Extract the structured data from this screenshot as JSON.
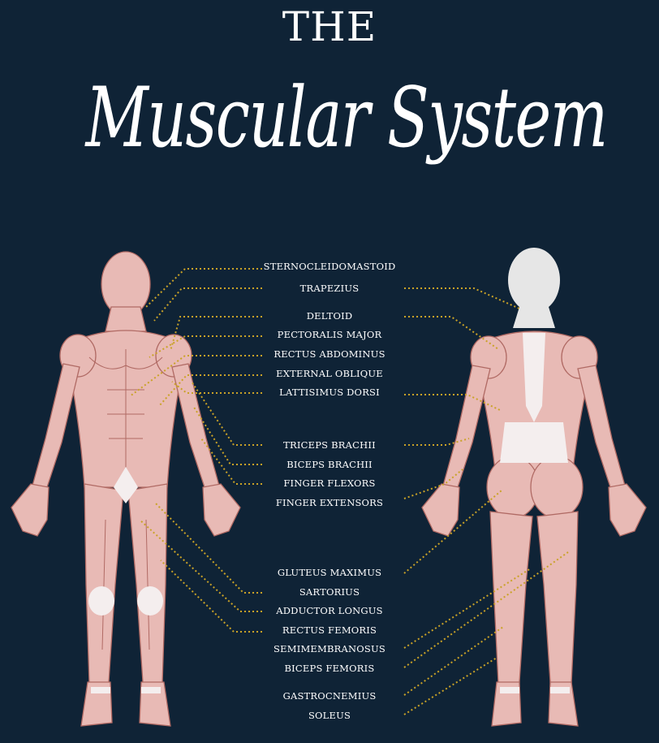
{
  "title": {
    "line1": "THE",
    "line2": "Muscular System"
  },
  "colors": {
    "background": "#0f2336",
    "muscle": "#e8bab5",
    "muscle_line": "#b06a64",
    "tendon": "#f4eeee",
    "leader": "#c9a227"
  },
  "labels": [
    "STERNOCLEIDOMASTOID",
    "TRAPEZIUS",
    "DELTOID",
    "PECTORALIS MAJOR",
    "RECTUS ABDOMINUS",
    "EXTERNAL OBLIQUE",
    "LATTISIMUS DORSI",
    "TRICEPS BRACHII",
    "BICEPS BRACHII",
    "FINGER FLEXORS",
    "FINGER EXTENSORS",
    "GLUTEUS MAXIMUS",
    "SARTORIUS",
    "ADDUCTOR LONGUS",
    "RECTUS FEMORIS",
    "SEMIMEMBRANOSUS",
    "BICEPS FEMORIS",
    "GASTROCNEMIUS",
    "SOLEUS"
  ]
}
